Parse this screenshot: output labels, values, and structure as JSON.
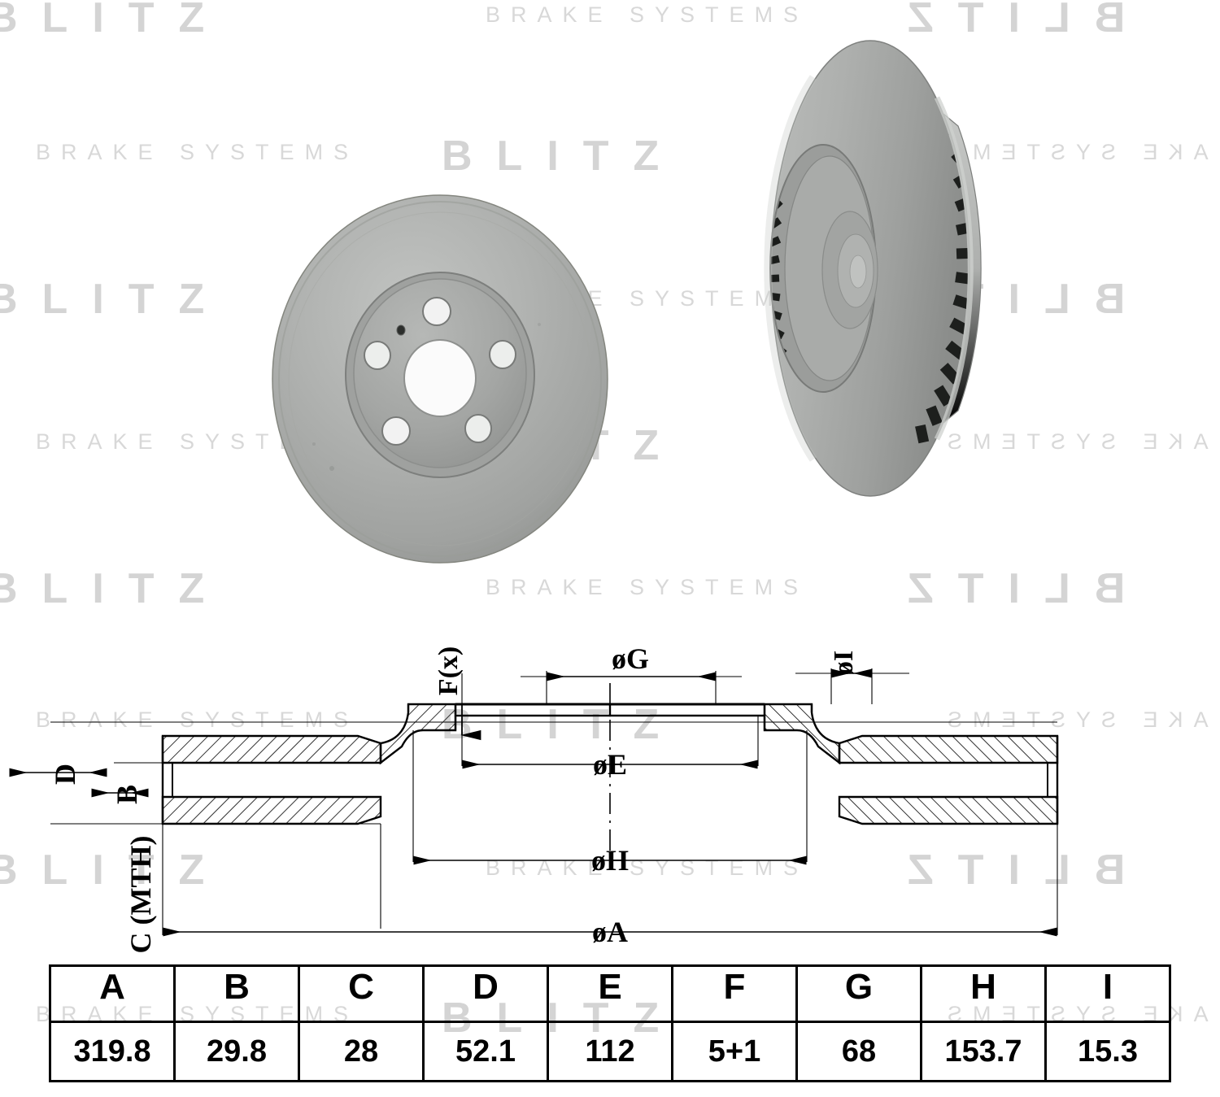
{
  "watermark": {
    "brand": "BLITZ",
    "tagline": "BRAKE SYSTEMS"
  },
  "product": {
    "type": "ventilated-brake-disc",
    "views": [
      {
        "name": "front-face-view",
        "description": "Brake disc front face with hub hat, 5 bolt holes and 1 pilot hole"
      },
      {
        "name": "angled-edge-view",
        "description": "Brake disc angled view showing internal cooling vanes at the rim"
      }
    ]
  },
  "drawing": {
    "title": "brake-disc-cross-section",
    "dimension_labels": {
      "A": "øA",
      "B": "B",
      "C": "C (MTH)",
      "D": "D",
      "E": "øE",
      "F": "F(x)",
      "G": "øG",
      "H": "øH",
      "I": "øI"
    }
  },
  "spec_table": {
    "headers": [
      "A",
      "B",
      "C",
      "D",
      "E",
      "F",
      "G",
      "H",
      "I"
    ],
    "values": [
      "319.8",
      "29.8",
      "28",
      "52.1",
      "112",
      "5+1",
      "68",
      "153.7",
      "15.3"
    ]
  },
  "colors": {
    "background": "#ffffff",
    "watermark": "#d4d4d4",
    "line": "#000000",
    "disc_metal": "#a8aaa8"
  }
}
